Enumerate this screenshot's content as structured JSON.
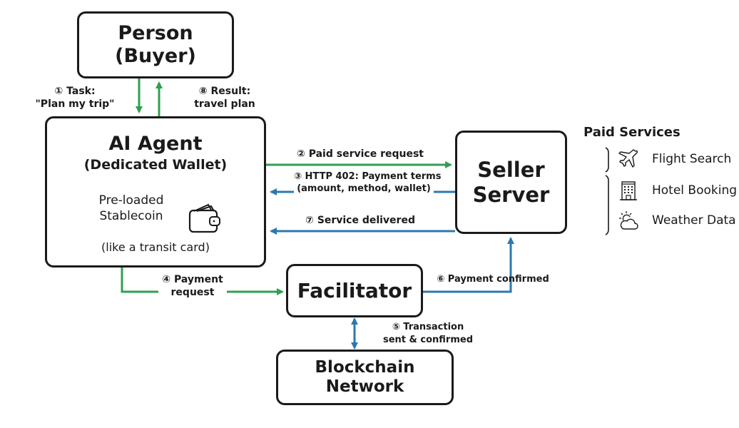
{
  "nodes": {
    "person": {
      "line1": "Person",
      "line2": "(Buyer)"
    },
    "agent": {
      "title": "AI Agent",
      "subtitle": "(Dedicated Wallet)",
      "wallet_line1": "Pre-loaded",
      "wallet_line2": "Stablecoin",
      "note": "(like a transit card)"
    },
    "seller": {
      "line1": "Seller",
      "line2": "Server"
    },
    "facilitator": {
      "title": "Facilitator"
    },
    "blockchain": {
      "line1": "Blockchain",
      "line2": "Network"
    }
  },
  "edges": {
    "e1": {
      "line1": "① Task:",
      "line2": "\"Plan my trip\""
    },
    "e8": {
      "line1": "⑧ Result:",
      "line2": "travel plan"
    },
    "e2": {
      "label": "② Paid service request"
    },
    "e3": {
      "line1": "③ HTTP 402: Payment terms",
      "line2": "(amount, method, wallet)"
    },
    "e7": {
      "label": "⑦ Service delivered"
    },
    "e4": {
      "line1": "④ Payment",
      "line2": "request"
    },
    "e6": {
      "label": "⑥ Payment confirmed"
    },
    "e5": {
      "line1": "⑤ Transaction",
      "line2": "sent & confirmed"
    }
  },
  "paid_services": {
    "title": "Paid Services",
    "items": [
      {
        "label": "Flight Search",
        "icon": "airplane-icon"
      },
      {
        "label": "Hotel Booking",
        "icon": "hotel-building-icon"
      },
      {
        "label": "Weather Data",
        "icon": "sun-cloud-icon"
      }
    ]
  },
  "colors": {
    "green": "#2ea04f",
    "blue": "#2b79b0",
    "ink": "#1a1a1a"
  }
}
